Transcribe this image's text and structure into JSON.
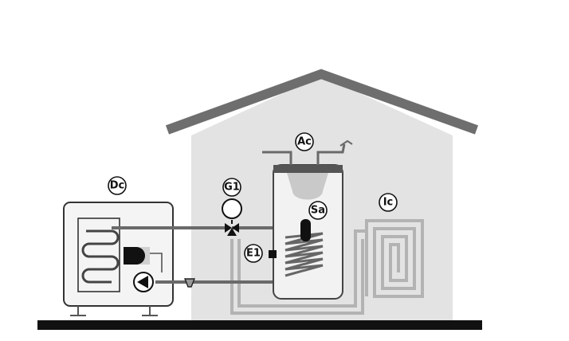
{
  "labels": {
    "dc": "Dc",
    "ac": "Ac",
    "g1": "G1",
    "sa": "Sa",
    "e1": "E1",
    "ic": "Ic"
  },
  "colors": {
    "roof": "#6e6e6e",
    "wall": "#e3e3e3",
    "ground": "#111111",
    "pipe_dark": "#6a6a6a",
    "pipe_light": "#b3b3b3",
    "unit_bg": "#f4f4f4"
  }
}
